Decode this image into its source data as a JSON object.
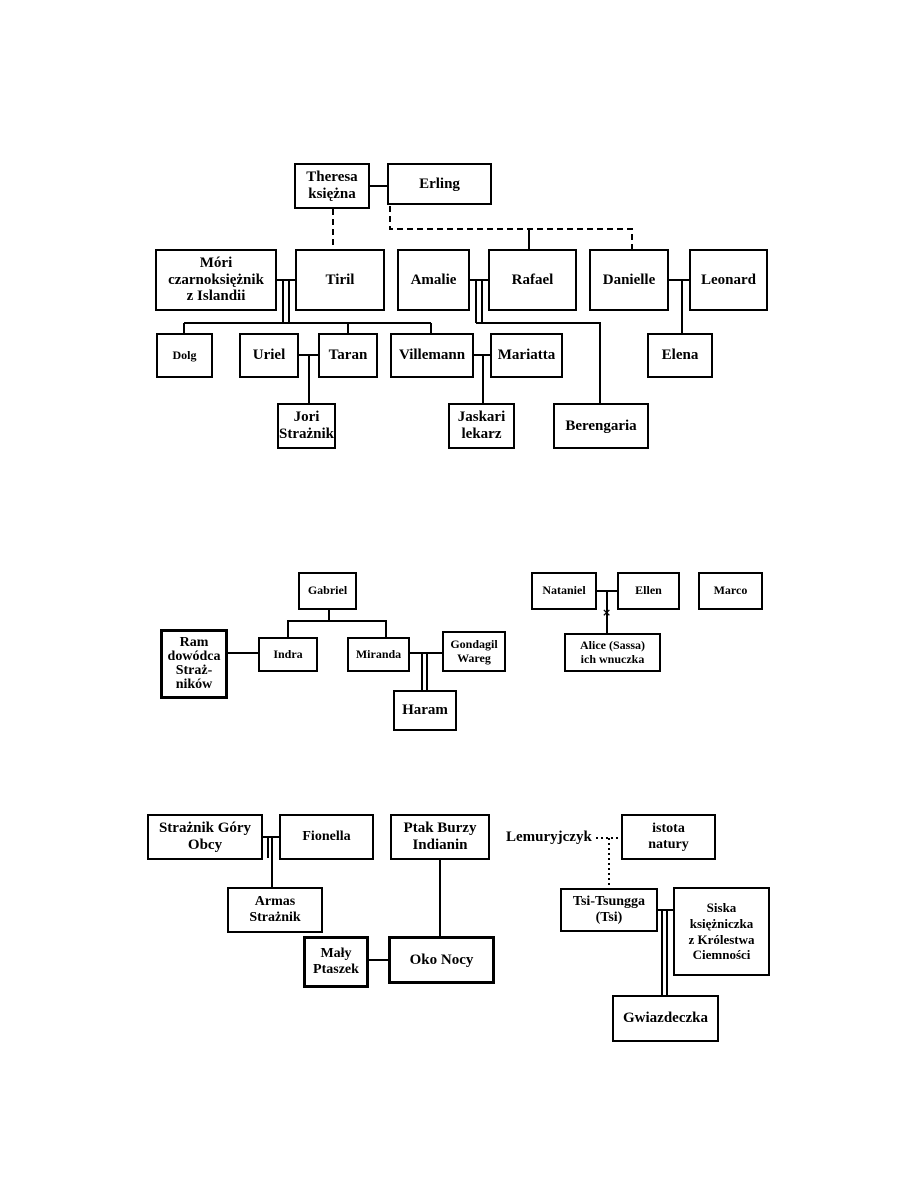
{
  "family_tree": {
    "section_1": {
      "theresa": "Theresa\nksiężna",
      "erling": "Erling",
      "mori": "Móri\nczarnoksiężnik\nz Islandii",
      "tiril": "Tiril",
      "amalie": "Amalie",
      "rafael": "Rafael",
      "danielle": "Danielle",
      "leonard": "Leonard",
      "dolg": "Dolg",
      "uriel": "Uriel",
      "taran": "Taran",
      "villemann": "Villemann",
      "mariatta": "Mariatta",
      "elena": "Elena",
      "jori": "Jori\nStrażnik",
      "jaskari": "Jaskari\nlekarz",
      "berengaria": "Berengaria"
    },
    "section_2": {
      "gabriel": "Gabriel",
      "ram": "Ram\ndowódca\nStraż-\nników",
      "indra": "Indra",
      "miranda": "Miranda",
      "gondagil": "Gondagil\nWareg",
      "haram": "Haram",
      "nataniel": "Nataniel",
      "ellen": "Ellen",
      "marco": "Marco",
      "alice": "Alice (Sassa)\nich wnuczka",
      "cross_mark": "×"
    },
    "section_3": {
      "straznik_gory": "Strażnik Góry\nObcy",
      "fionella": "Fionella",
      "ptak_burzy": "Ptak Burzy\nIndianin",
      "lemuryjczyk": "Lemuryjczyk",
      "istota": "istota\nnatury",
      "armas": "Armas\nStrażnik",
      "tsi": "Tsi-Tsungga\n(Tsi)",
      "siska": "Siska\nksiężniczka\nz Królestwa\nCiemności",
      "maly_ptaszek": "Mały\nPtaszek",
      "oko_nocy": "Oko Nocy",
      "gwiazdeczka": "Gwiazdeczka"
    }
  }
}
